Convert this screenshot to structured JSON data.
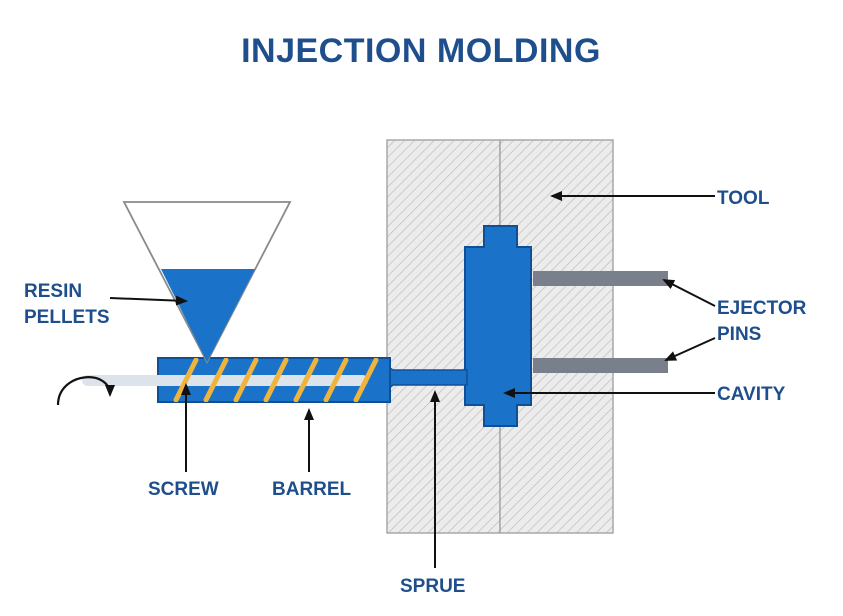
{
  "title": "INJECTION MOLDING",
  "labels": {
    "tool": "TOOL",
    "resin_line1": "RESIN",
    "resin_line2": "PELLETS",
    "ejector_line1": "EJECTOR",
    "ejector_line2": "PINS",
    "cavity": "CAVITY",
    "screw": "SCREW",
    "barrel": "BARREL",
    "sprue": "SPRUE"
  },
  "colors": {
    "title": "#1e4f8c",
    "resin_blue": "#1a73c8",
    "screw_flight": "#f0b43c",
    "pin_gray": "#7a7f8c",
    "hatch": "#b5b5b5"
  }
}
